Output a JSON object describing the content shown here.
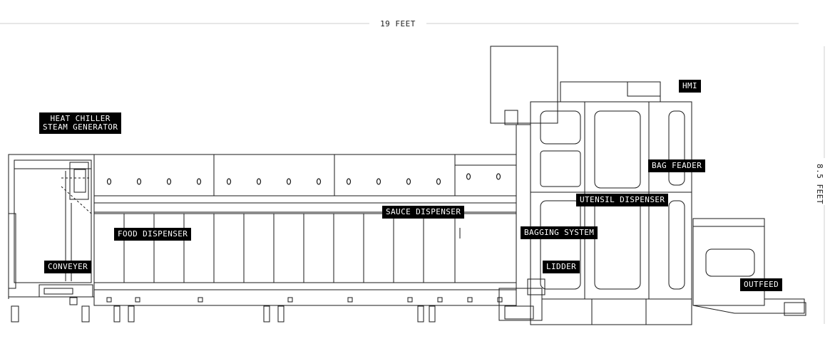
{
  "dimensions": {
    "width_label": "19 FEET",
    "height_label": "8.5 FEET"
  },
  "labels": {
    "heat_chiller": "HEAT CHILLER\nSTEAM GENERATOR",
    "hmi": "HMI",
    "bag_feader": "BAG FEADER",
    "utensil_dispenser": "UTENSIL DISPENSER",
    "sauce_dispenser": "SAUCE DISPENSER",
    "food_dispenser": "FOOD DISPENSER",
    "bagging_system": "BAGGING SYSTEM",
    "conveyer": "CONVEYER",
    "lidder": "LIDDER",
    "outfeed": "OUTFEED"
  },
  "colors": {
    "line": "#1a1a1a",
    "dim_line": "#c8c8c8",
    "label_bg": "#000000",
    "label_text": "#ffffff"
  }
}
